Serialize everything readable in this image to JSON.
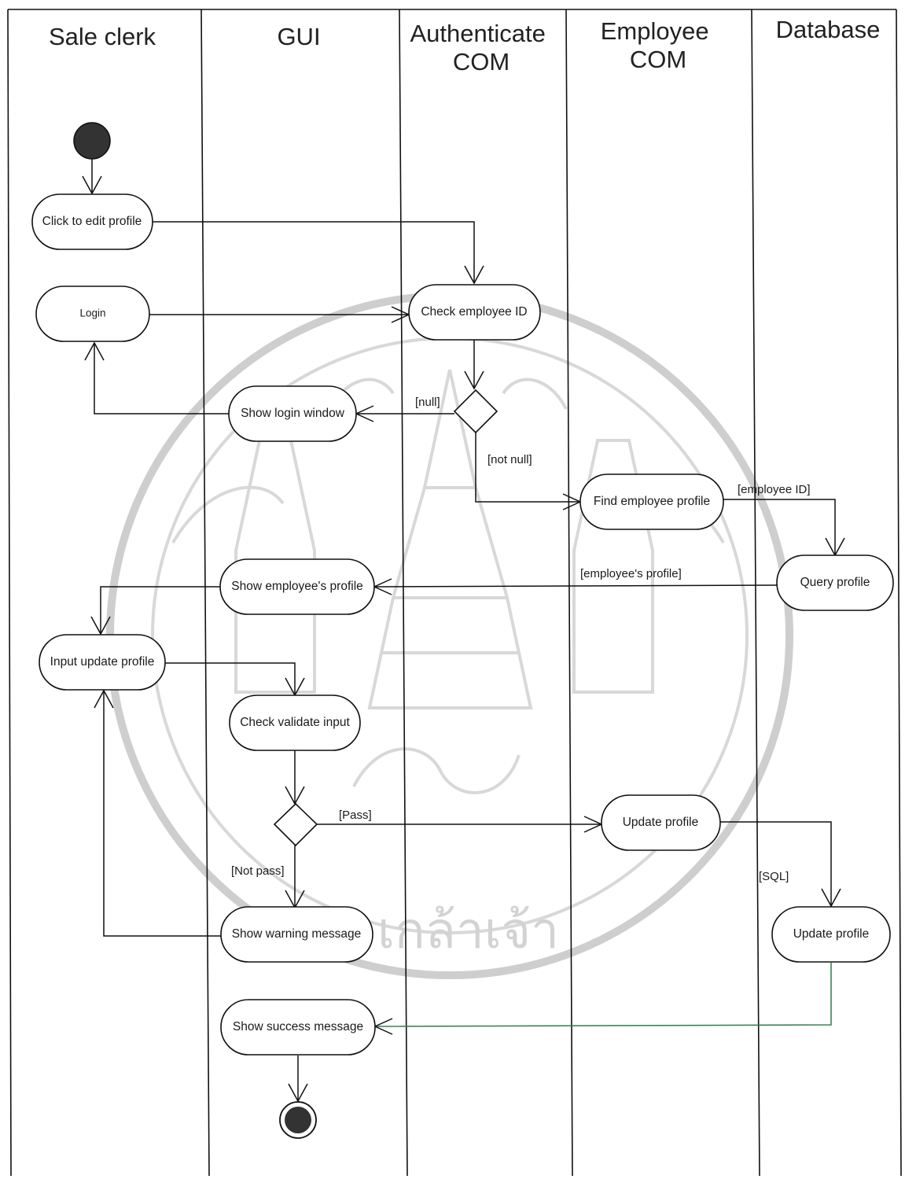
{
  "lanes": [
    {
      "title_lines": [
        "Sale clerk"
      ]
    },
    {
      "title_lines": [
        "GUI"
      ]
    },
    {
      "title_lines": [
        "Authenticate",
        "COM"
      ]
    },
    {
      "title_lines": [
        "Employee",
        "COM"
      ]
    },
    {
      "title_lines": [
        "Database"
      ]
    }
  ],
  "activities": {
    "click_edit": "Click to edit profile",
    "login": "Login",
    "check_id": "Check employee ID",
    "show_login": "Show  login window",
    "find_profile": "Find employee profile",
    "query_profile": "Query profile",
    "show_emp_profile": "Show employee's profile",
    "input_update": "Input update profile",
    "check_validate": "Check validate input",
    "update_profile_emp": "Update profile",
    "update_profile_db": "Update profile",
    "show_warning": "Show warning message",
    "show_success": "Show success message"
  },
  "guards": {
    "null": "[null]",
    "not_null": "[not null]",
    "employee_id": "[employee ID]",
    "employees_profile": "[employee's profile]",
    "pass": "[Pass]",
    "not_pass": "[Not pass]",
    "sql": "[SQL]"
  },
  "watermark": {
    "text": "เกล้าเจ้า"
  }
}
